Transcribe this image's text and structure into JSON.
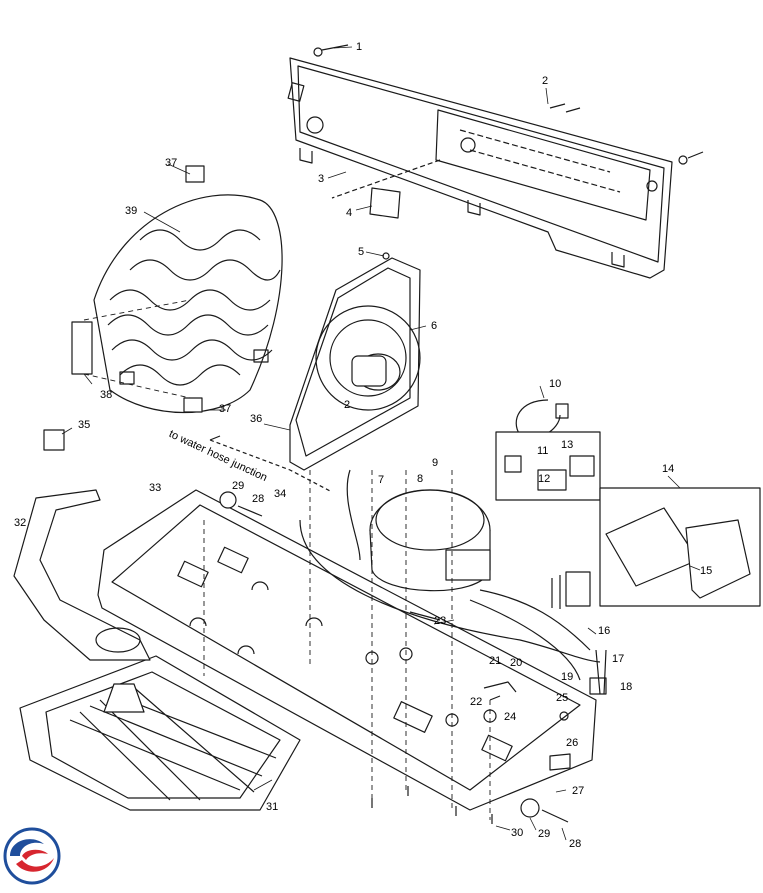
{
  "diagram": {
    "callouts": [
      "1",
      "2",
      "3",
      "4",
      "5",
      "6",
      "7",
      "8",
      "9",
      "10",
      "11",
      "12",
      "13",
      "14",
      "15",
      "16",
      "17",
      "18",
      "19",
      "20",
      "21",
      "22",
      "23",
      "24",
      "25",
      "26",
      "27",
      "28",
      "29",
      "30",
      "31",
      "32",
      "33",
      "34",
      "35",
      "36",
      "37",
      "38",
      "39",
      "2",
      "28",
      "29",
      "37"
    ],
    "annotation": "to water hose junction",
    "colors": {
      "line": "#1a1a1a",
      "fill": "#ffffff",
      "shade": "#d9d9d9",
      "logo_red": "#d7262f",
      "logo_blue": "#1f4e9c"
    },
    "logo": "brand-swirl-logo"
  }
}
